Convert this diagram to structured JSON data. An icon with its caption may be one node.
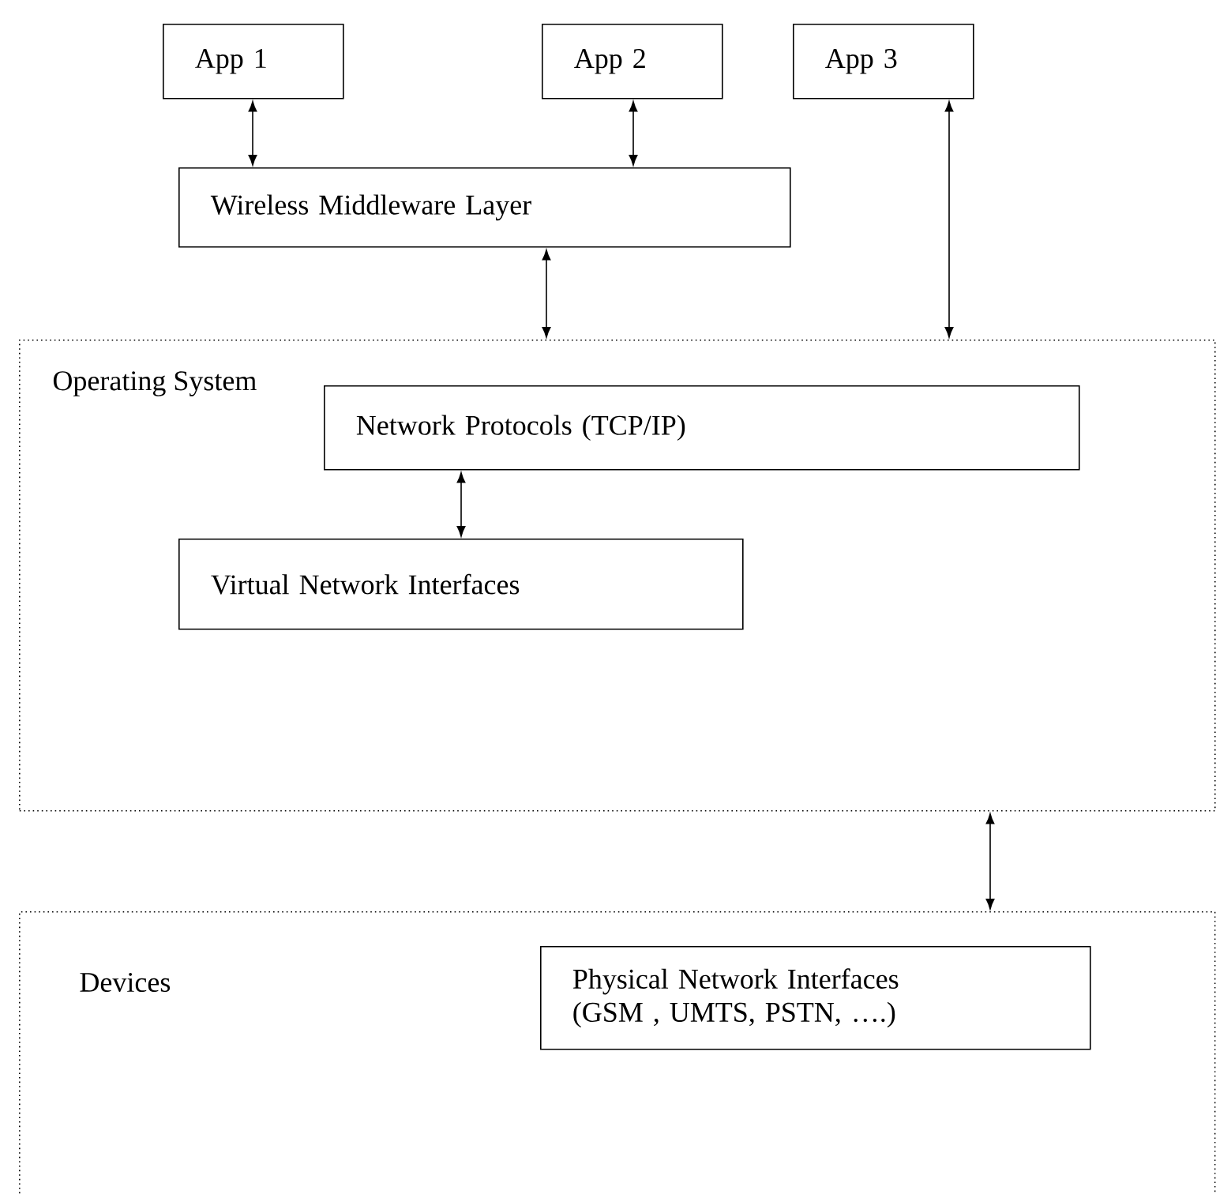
{
  "diagram": {
    "nodes": [
      {
        "text": [
          "App 1"
        ]
      },
      {
        "text": [
          "App 2"
        ]
      },
      {
        "text": [
          "App 3"
        ]
      },
      {
        "text": [
          "Wireless Middleware Layer"
        ]
      },
      {
        "text": [
          "Operating System"
        ]
      },
      {
        "text": [
          "Network Protocols (TCP/IP)"
        ],
        "in": 4
      },
      {
        "text": [
          "Virtual Network Interfaces"
        ],
        "in": 4
      },
      {
        "text": [
          "Devices"
        ]
      },
      {
        "text": [
          "Physical Network Interfaces (GSM , UMTS, PSTN, ….)"
        ],
        "in": 7
      }
    ],
    "edges": [
      {
        "from": 0,
        "to": 3,
        "arrow": "both"
      },
      {
        "from": 1,
        "to": 3,
        "arrow": "both"
      },
      {
        "from": 3,
        "to": 4,
        "arrow": "both"
      },
      {
        "from": 2,
        "to": 4,
        "arrow": "both"
      },
      {
        "from": 5,
        "to": 6,
        "arrow": "both"
      },
      {
        "from": 4,
        "to": 7,
        "arrow": "both"
      }
    ]
  }
}
